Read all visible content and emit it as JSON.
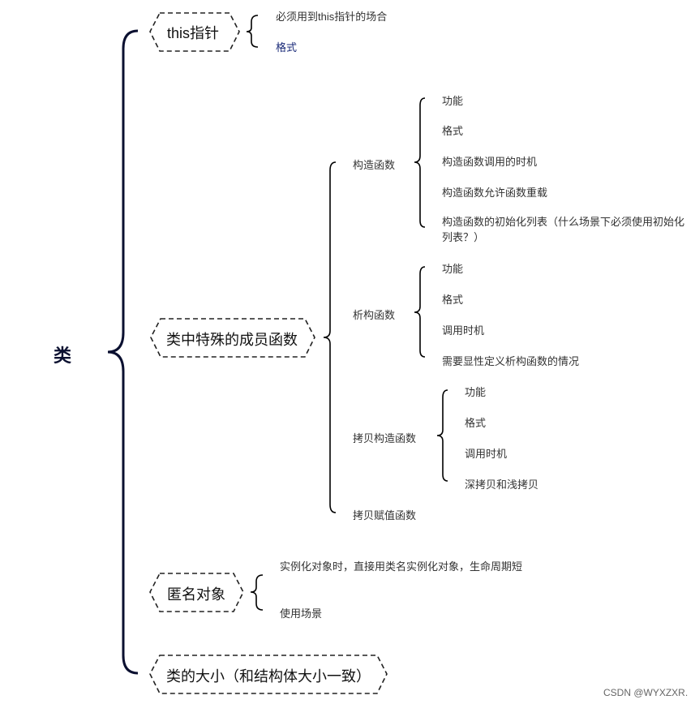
{
  "root": {
    "label": "类"
  },
  "nodes": {
    "this": {
      "label": "this指针",
      "leaves": [
        "必须用到this指针的场合",
        "格式"
      ]
    },
    "special": {
      "label": "类中特殊的成员函数",
      "groups": {
        "ctor": {
          "label": "构造函数",
          "leaves": [
            "功能",
            "格式",
            "构造函数调用的时机",
            "构造函数允许函数重载",
            "构造函数的初始化列表（什么场景下必须使用初始化列表？）"
          ]
        },
        "dtor": {
          "label": "析构函数",
          "leaves": [
            "功能",
            "格式",
            "调用时机",
            "需要显性定义析构函数的情况"
          ]
        },
        "copy": {
          "label": "拷贝构造函数",
          "leaves": [
            "功能",
            "格式",
            "调用时机",
            "深拷贝和浅拷贝"
          ]
        },
        "assign": {
          "label": "拷贝赋值函数"
        }
      }
    },
    "anon": {
      "label": "匿名对象",
      "leaves": [
        "实例化对象时，直接用类名实例化对象，生命周期短",
        "使用场景"
      ]
    },
    "size": {
      "label": "类的大小（和结构体大小一致）"
    }
  },
  "colors": {
    "root_brace": "#0b1030",
    "brace": "#000000",
    "box_border": "#222222"
  },
  "watermark": "CSDN @WYXZXR."
}
